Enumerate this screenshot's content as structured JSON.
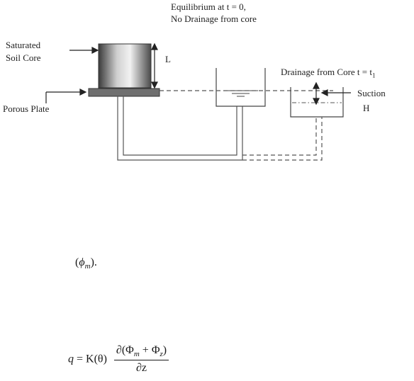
{
  "diagram": {
    "title_line1": "Equilibrium at t = 0,",
    "title_line2": "No Drainage from core",
    "soil_core_line1": "Saturated",
    "soil_core_line2": "Soil Core",
    "length_label": "L",
    "porous_plate": "Porous Plate",
    "drainage_label": "Drainage from Core t = t",
    "drainage_sub": "1",
    "suction_label": "Suction",
    "suction_symbol": "H"
  },
  "text": {
    "phi_open": "(",
    "phi_symbol": "ϕ",
    "phi_sub": "m",
    "phi_close": ").",
    "eq_lhs": "q",
    "eq_eq": " = K(θ) ",
    "eq_num_prefix": "∂(Φ",
    "eq_num_sub1": "m",
    "eq_num_mid": " + Φ",
    "eq_num_sub2": "z",
    "eq_num_suffix": ")",
    "eq_den": "∂z"
  }
}
